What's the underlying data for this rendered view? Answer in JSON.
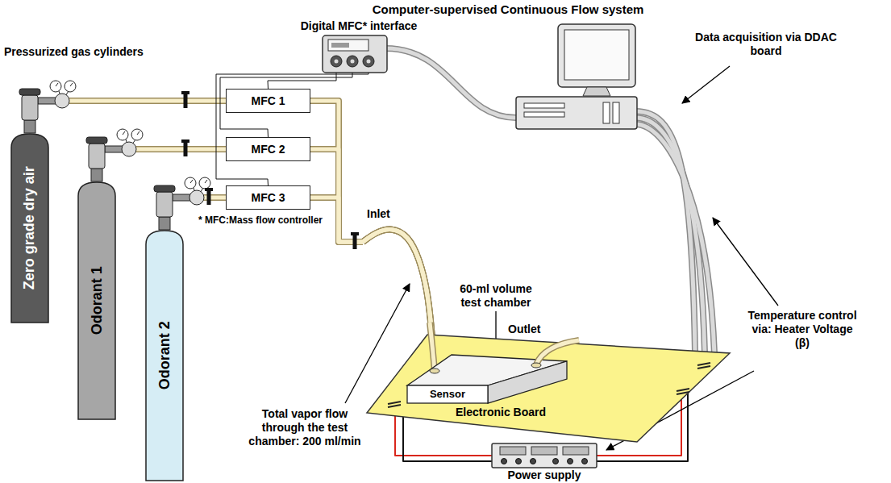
{
  "diagram": {
    "title": "Computer-supervised Continuous Flow system",
    "nodes": [
      {
        "text": [
          "Zero grade dry air"
        ]
      },
      {
        "text": [
          "Odorant 1"
        ]
      },
      {
        "text": [
          "Odorant 2"
        ]
      },
      {
        "text": [
          "Digital MFC* interface"
        ]
      },
      {
        "text": [
          "MFC 1"
        ]
      },
      {
        "text": [
          "MFC 2"
        ]
      },
      {
        "text": [
          "MFC 3"
        ]
      },
      {
        "text": [
          "Electronic Board"
        ]
      },
      {
        "text": [
          "Sensor"
        ],
        "in": 7
      },
      {
        "text": [
          "Power supply"
        ]
      }
    ],
    "edges": [
      {
        "from": 0,
        "to": 4,
        "arrow": "none"
      },
      {
        "from": 1,
        "to": 5,
        "arrow": "none"
      },
      {
        "from": 2,
        "to": 6,
        "arrow": "none"
      },
      {
        "from": 3,
        "to": 4,
        "arrow": "none"
      },
      {
        "from": 3,
        "to": 5,
        "arrow": "none"
      },
      {
        "from": 3,
        "to": 6,
        "arrow": "none"
      },
      {
        "from": 4,
        "to": 8,
        "arrow": "none"
      },
      {
        "from": 5,
        "to": 8,
        "arrow": "none"
      },
      {
        "from": 6,
        "to": 8,
        "arrow": "none"
      },
      {
        "from": 9,
        "to": 7,
        "arrow": "none"
      },
      {
        "from": 9,
        "to": 7,
        "arrow": "none"
      },
      {
        "from": 9,
        "to": 7,
        "arrow": "none"
      },
      {
        "from": 9,
        "to": 7,
        "arrow": "none"
      }
    ],
    "labels": [
      "Pressurized gas cylinders",
      "* MFC:Mass flow controller",
      "Data acquisition via DDAC board",
      "60-ml volume test chamber",
      "Inlet",
      "Outlet",
      "Total vapor flow through the test chamber: 200 ml/min",
      "Temperature control via: Heater Voltage (β)"
    ]
  }
}
